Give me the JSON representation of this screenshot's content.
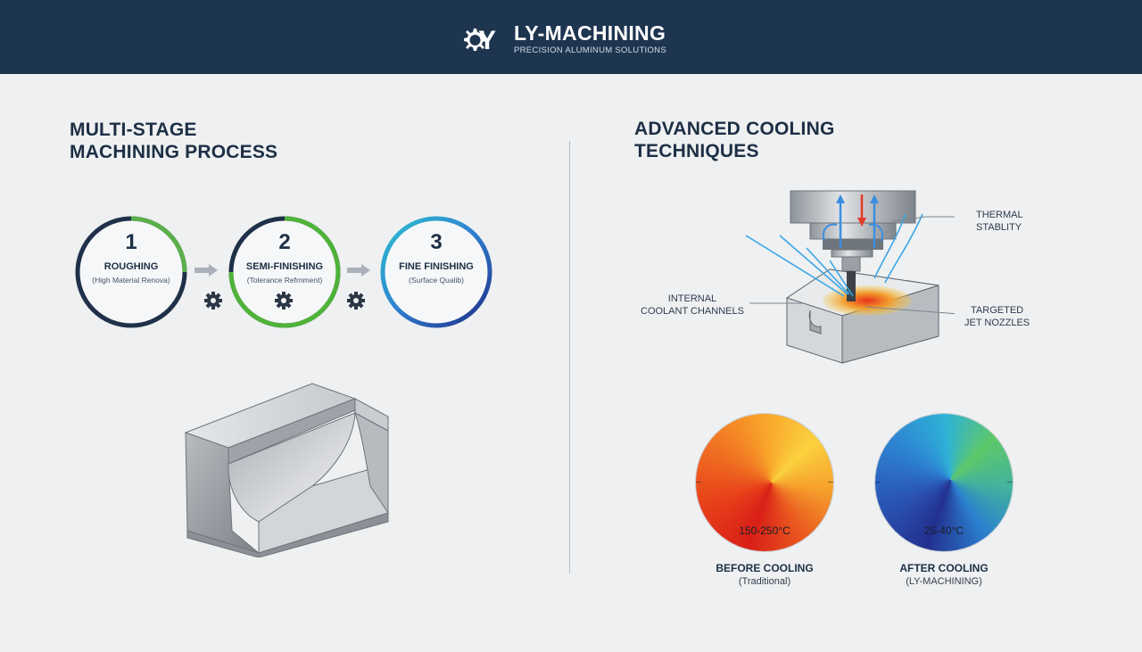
{
  "header": {
    "brand": "LY-MACHINING",
    "tagline": "PRECISION ALUMINUM SOLUTIONS",
    "bg_color": "#1e3550"
  },
  "left": {
    "title_line1": "MULTI-STAGE",
    "title_line2": "MACHINING PROCESS",
    "stages": [
      {
        "number": "1",
        "name": "ROUGHING",
        "desc": "(High Material Renova)",
        "ring_color": "#5bb04a",
        "progress": 0.25
      },
      {
        "number": "2",
        "name": "SEMI-FINISHING",
        "desc": "(Tolerance Refrnment)",
        "ring_color": "#4fb339",
        "progress": 0.75
      },
      {
        "number": "3",
        "name": "FINE FINISHING",
        "desc": "(Surface Qualib)",
        "ring_color": "#2f7fd0",
        "progress": 1.0
      }
    ],
    "icons": [
      "arrow-right-icon",
      "gear-icon"
    ]
  },
  "right": {
    "title_line1": "ADVANCED COOLING",
    "title_line2": "TECHNIQUES",
    "callouts": {
      "thermal_1": "THERMAL",
      "thermal_2": "STABLITY",
      "internal_1": "INTERNAL",
      "internal_2": "COOLANT CHANNELS",
      "targeted_1": "TARGETED",
      "targeted_2": "JET NOZZLES"
    },
    "before": {
      "temp": "150-250°C",
      "label": "BEFORE COOLING",
      "sub": "(Traditional)"
    },
    "after": {
      "temp": "25-40°C",
      "label": "AFTER COOLING",
      "sub": "(LY-MACHINING)"
    }
  },
  "colors": {
    "accent_blue": "#2f7fd0",
    "accent_green": "#4fb339",
    "hot": "#e8401a",
    "dark_navy": "#1d2f45"
  }
}
